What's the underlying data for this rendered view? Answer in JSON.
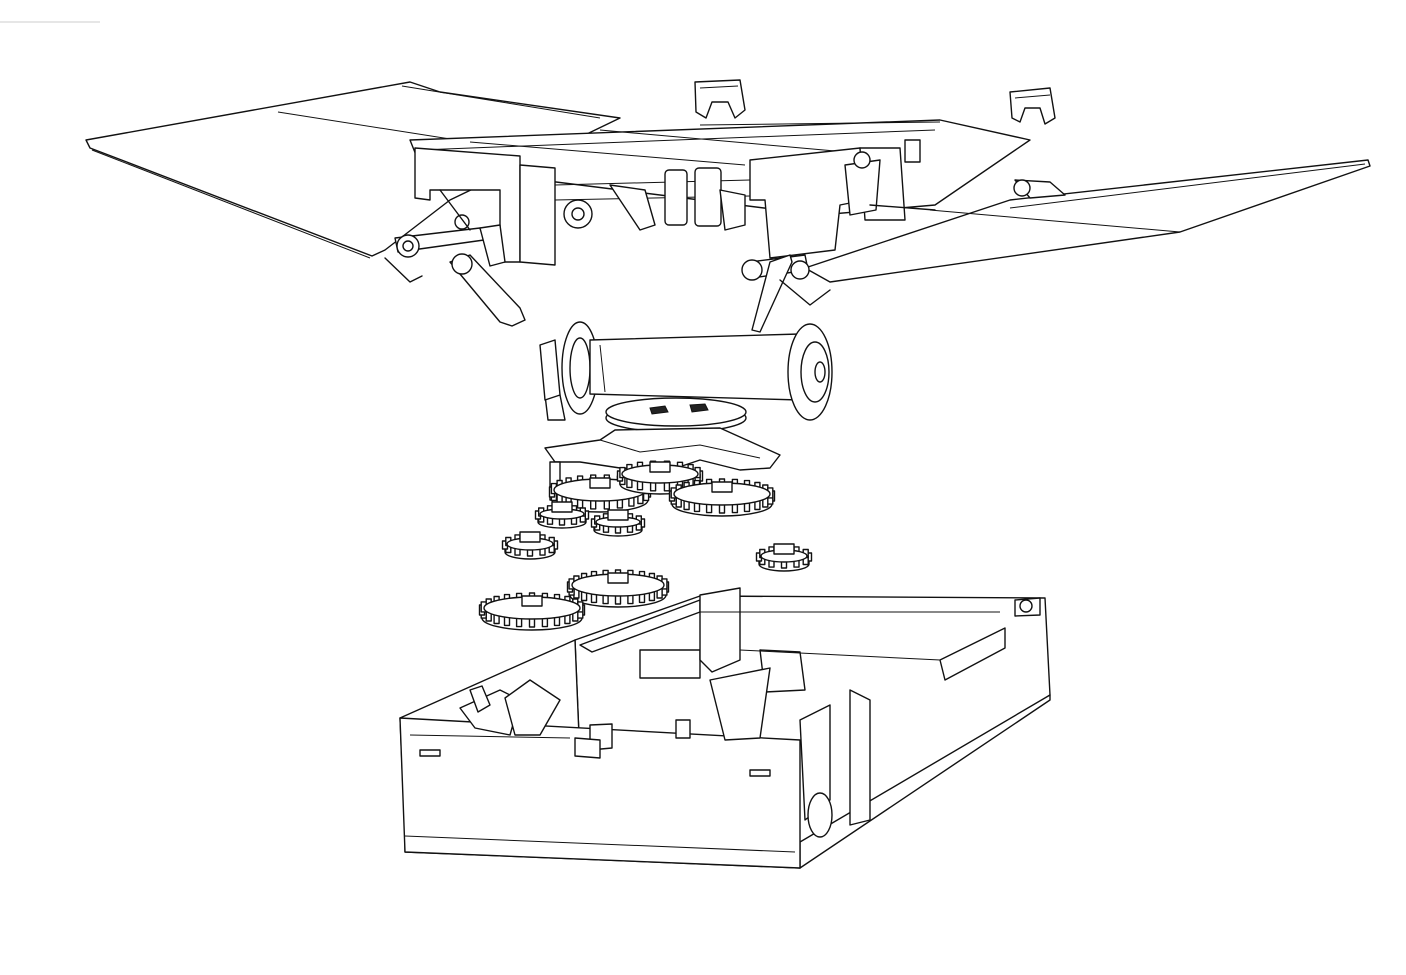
{
  "figure": {
    "line_color": "#111111",
    "background": "#ffffff"
  },
  "gears": [
    {
      "name": "gear-upper-left",
      "teeth": 22
    },
    {
      "name": "gear-upper-center",
      "teeth": 18
    },
    {
      "name": "gear-upper-right",
      "teeth": 24
    },
    {
      "name": "gear-small-a",
      "teeth": 12
    },
    {
      "name": "gear-small-b",
      "teeth": 12
    },
    {
      "name": "gear-small-c",
      "teeth": 12
    },
    {
      "name": "gear-small-right",
      "teeth": 12
    },
    {
      "name": "gear-mid-left",
      "teeth": 24
    },
    {
      "name": "gear-low-left",
      "teeth": 24
    },
    {
      "name": "gear-low-right",
      "teeth": 26
    }
  ]
}
